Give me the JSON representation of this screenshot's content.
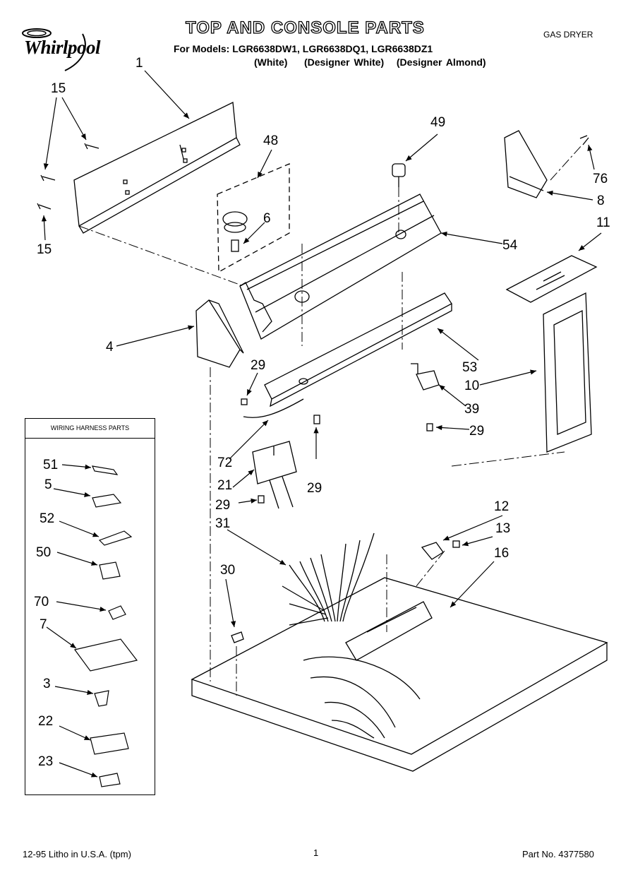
{
  "header": {
    "brand": "Whirlpool",
    "title": "TOP AND CONSOLE PARTS",
    "models_line": "For Models: LGR6638DW1, LGR6638DQ1, LGR6638DZ1",
    "colors_line": "(White)    (Designer White)   (Designer Almond)",
    "product_type": "GAS DRYER"
  },
  "callouts": {
    "c1": "1",
    "c15a": "15",
    "c15b": "15",
    "c48": "48",
    "c6": "6",
    "c49": "49",
    "c76": "76",
    "c8": "8",
    "c11": "11",
    "c54": "54",
    "c4": "4",
    "c53": "53",
    "c29a": "29",
    "c10": "10",
    "c39": "39",
    "c29b": "29",
    "c72": "72",
    "c29c": "29",
    "c21": "21",
    "c29d": "29",
    "c31": "31",
    "c12": "12",
    "c13": "13",
    "c16": "16",
    "c30": "30"
  },
  "harness": {
    "title": "WIRING HARNESS PARTS",
    "items": [
      "51",
      "5",
      "52",
      "50",
      "70",
      "7",
      "3",
      "22",
      "23"
    ]
  },
  "footer": {
    "litho": "12-95 Litho in U.S.A. (tpm)",
    "page": "1",
    "part_no": "Part No. 4377580"
  }
}
